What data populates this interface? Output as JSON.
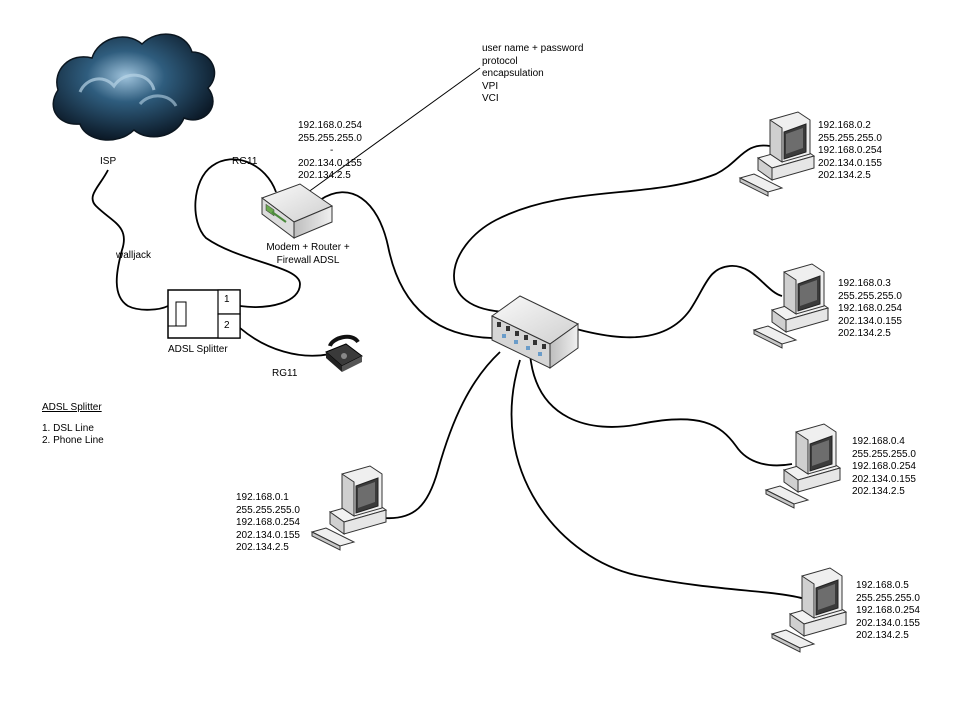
{
  "isp": {
    "label": "ISP"
  },
  "walljack": {
    "label": "walljack"
  },
  "splitter": {
    "label": "ADSL Splitter",
    "port1": "1",
    "port2": "2"
  },
  "modem": {
    "label_line1": "Modem + Router +",
    "label_line2": "Firewall ADSL"
  },
  "cables": {
    "rg11_top": "RG11",
    "rg11_bottom": "RG11"
  },
  "wan_config": {
    "lines": [
      "192.168.0.254",
      "255.255.255.0",
      "-",
      "202.134.0.155",
      "202.134.2.5"
    ]
  },
  "modem_settings": {
    "lines": [
      "user name + password",
      "protocol",
      "encapsulation",
      "VPI",
      "VCI"
    ]
  },
  "legend": {
    "title": "ADSL Splitter",
    "items": [
      "1. DSL Line",
      "2. Phone Line"
    ]
  },
  "computers": [
    {
      "lines": [
        "192.168.0.1",
        "255.255.255.0",
        "192.168.0.254",
        "202.134.0.155",
        "202.134.2.5"
      ]
    },
    {
      "lines": [
        "192.168.0.2",
        "255.255.255.0",
        "192.168.0.254",
        "202.134.0.155",
        "202.134.2.5"
      ]
    },
    {
      "lines": [
        "192.168.0.3",
        "255.255.255.0",
        "192.168.0.254",
        "202.134.0.155",
        "202.134.2.5"
      ]
    },
    {
      "lines": [
        "192.168.0.4",
        "255.255.255.0",
        "192.168.0.254",
        "202.134.0.155",
        "202.134.2.5"
      ]
    },
    {
      "lines": [
        "192.168.0.5",
        "255.255.255.0",
        "192.168.0.254",
        "202.134.0.155",
        "202.134.2.5"
      ]
    }
  ]
}
